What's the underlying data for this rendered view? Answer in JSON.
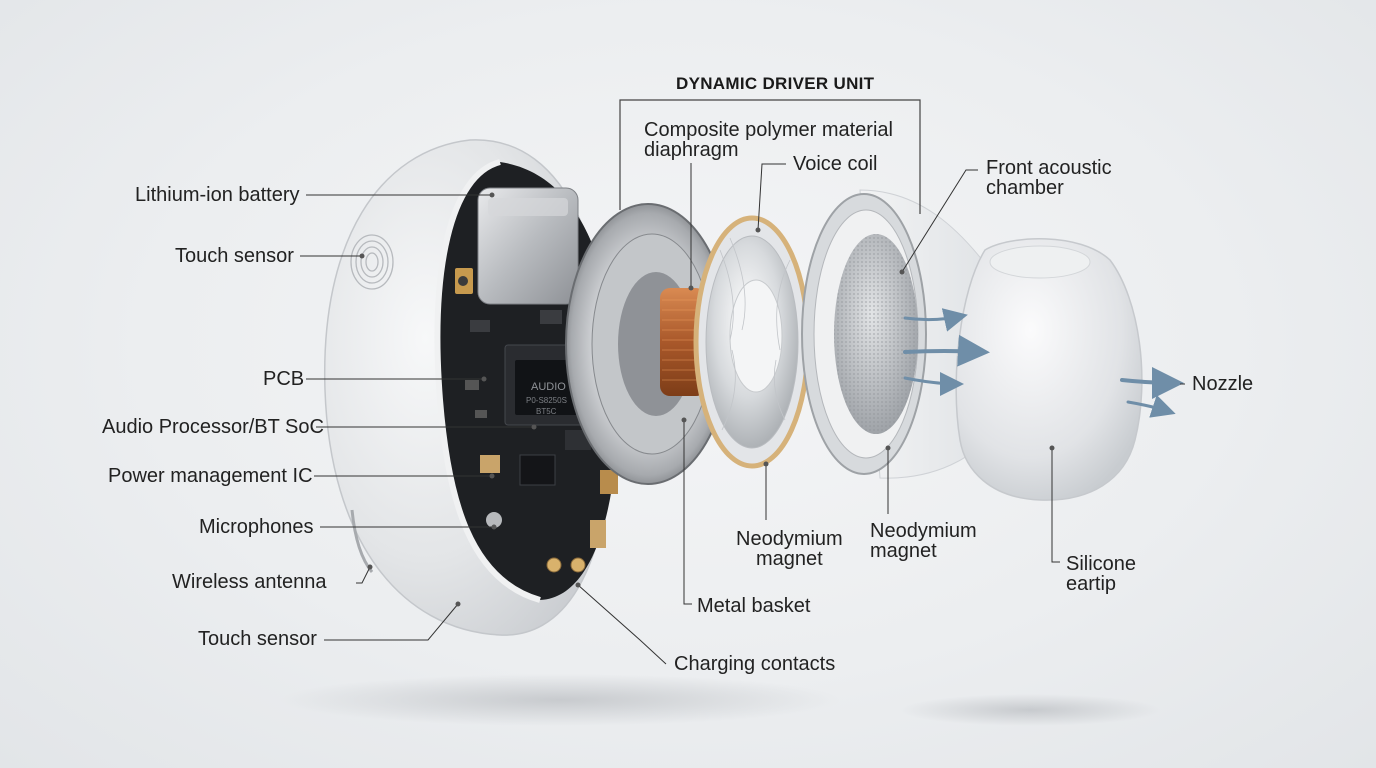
{
  "title": "DYNAMIC DRIVER UNIT",
  "labels": {
    "battery": "Lithium-ion battery",
    "touch_sensor_top": "Touch sensor",
    "pcb": "PCB",
    "audio_processor": "Audio Processor/BT SoC",
    "pmic": "Power management IC",
    "microphones": "Microphones",
    "antenna": "Wireless antenna",
    "touch_sensor_bottom": "Touch sensor",
    "diaphragm_line1": "Composite polymer material",
    "diaphragm_line2": "diaphragm",
    "voice_coil": "Voice coil",
    "front_chamber_line1": "Front acoustic",
    "front_chamber_line2": "chamber",
    "nozzle": "Nozzle",
    "magnet1_line1": "Neodymium",
    "magnet1_line2": "magnet",
    "magnet2_line1": "Neodymium",
    "magnet2_line2": "magnet",
    "eartip_line1": "Silicone",
    "eartip_line2": "eartip",
    "basket": "Metal basket",
    "charging": "Charging contacts"
  },
  "chip_text": {
    "line1": "AUDIO",
    "line2": "P0-S8250S",
    "line3": "BT5C"
  },
  "colors": {
    "shell": "#e4e6e8",
    "pcb": "#1c1e21",
    "copper": "#b46a3a",
    "gold_ring": "#d6b27a",
    "arrow": "#6f8ea8",
    "leader": "#333333"
  }
}
